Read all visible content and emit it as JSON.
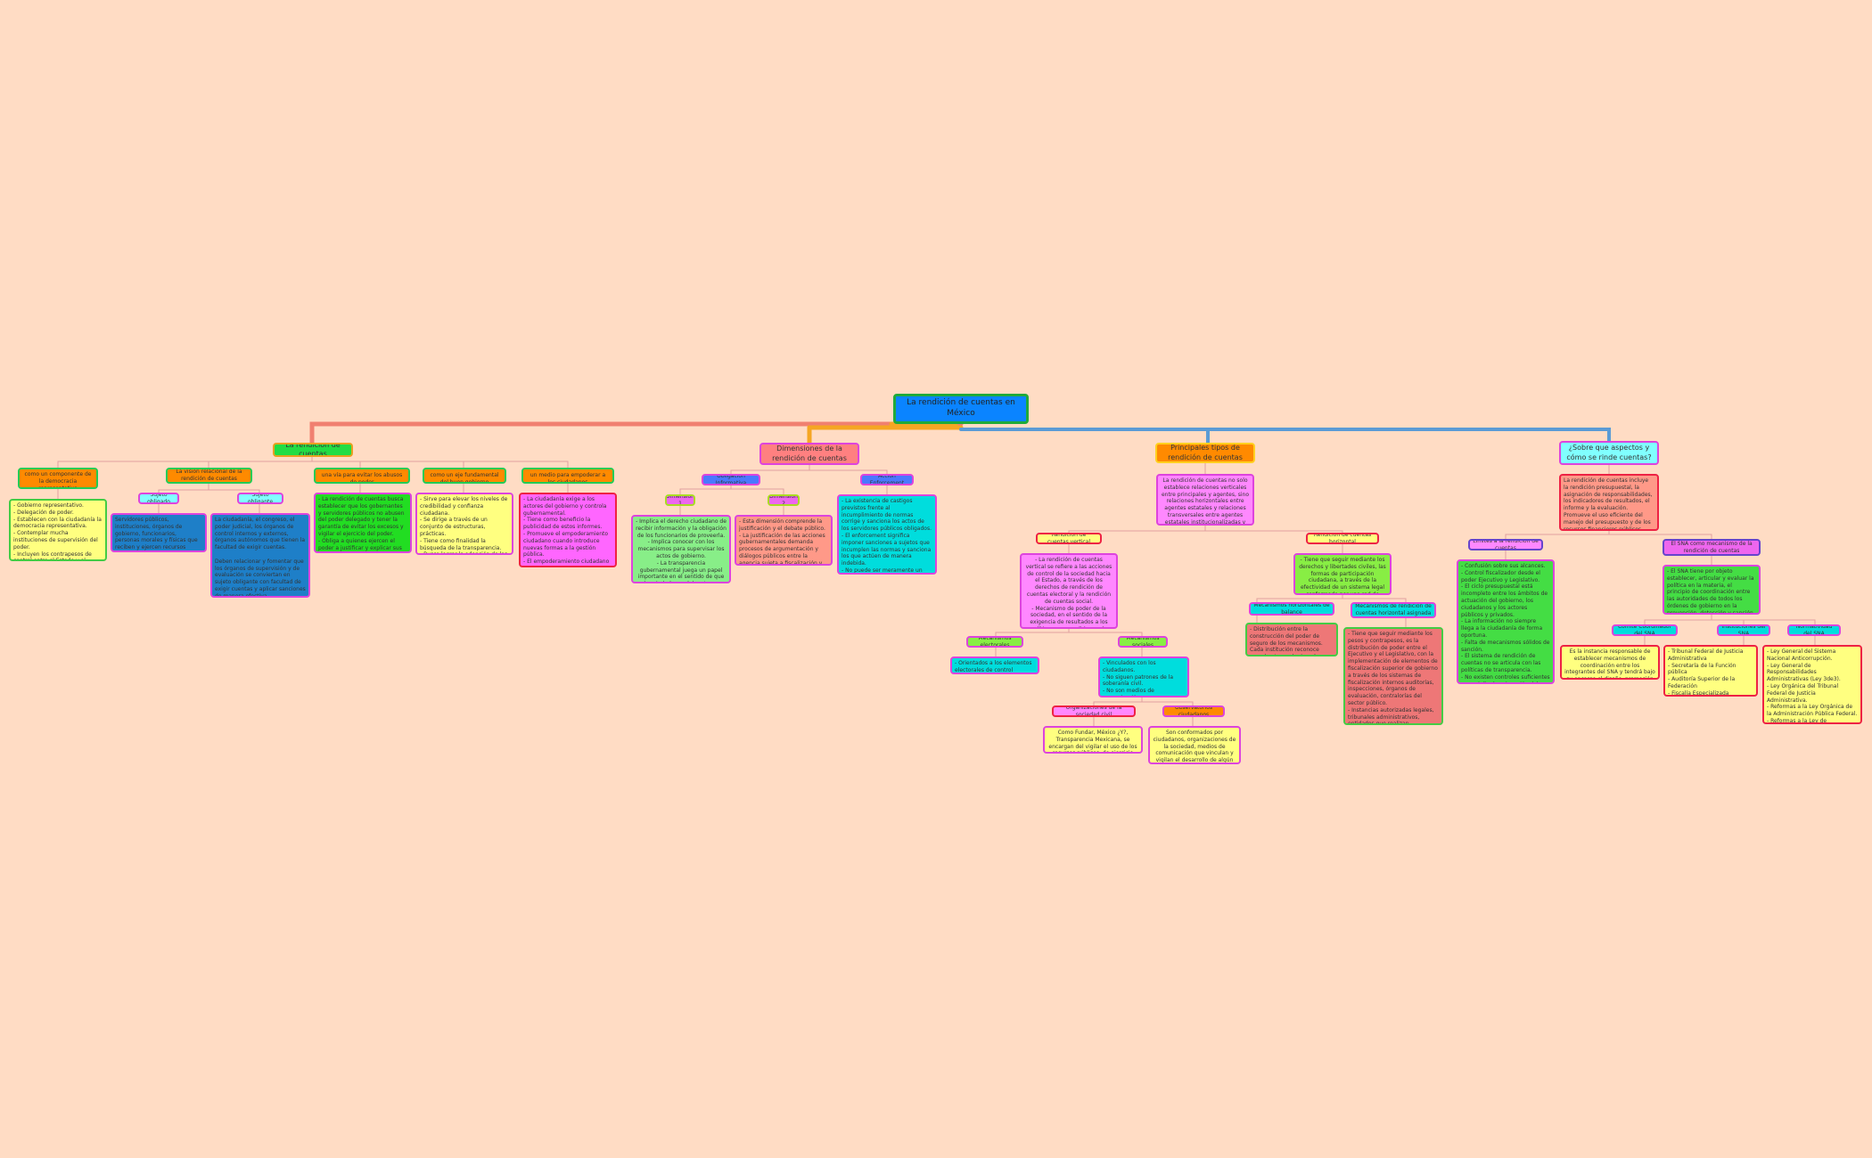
{
  "root": {
    "title": "La rendición de cuentas en México"
  },
  "sec1": {
    "title": "La rendición de cuentas",
    "c1": {
      "title": "La rendición de cuentas como un componente de la democracia representativa",
      "body": "- Gobierno representativo.\n- Delegación de poder.\n- Establecen con la ciudadanía la democracia representativa.\n- Contemplar mucha instituciones de supervisión del poder.\n- Incluyen los contrapesos de control entre el Estado y el gobierno, de responsabilidad pública en el ejercicio público."
    },
    "c2": {
      "title": "La visión relacional de la rendición de cuentas",
      "a": {
        "title": "Sujeto obligado",
        "body": "Servidores públicos, instituciones, órganos de gobierno, funcionarios, personas morales y físicas que reciben y ejercen recursos públicos."
      },
      "b": {
        "title": "Sujeto obligante",
        "body": "La ciudadanía, el congreso, el poder judicial, los órganos de control internos y externos, órganos autónomos que tienen la facultad de exigir cuentas.\n\nDeben relacionar y fomentar que los órganos de supervisión y de evaluación se conviertan en sujeto obligante con facultad de exigir cuentas y aplicar sanciones de manera efectiva."
      }
    },
    "c3": {
      "title": "La rendición de cuentas como una vía para evitar los abusos de poder",
      "body": "- La rendición de cuentas busca establecer que los gobernantes y servidores públicos no abusen del poder delegado y tener la garantía de evitar los excesos y vigilar el ejercicio del poder.\n- Obliga a quienes ejercen el poder a justificar y explicar sus decisiones.\n- Fortalece los mecanismos de control y de vigilancia del ejercicio público."
    },
    "c4": {
      "title": "La rendición de cuentas como un eje fundamental del buen gobierno",
      "body": "- Sirve para elevar los niveles de credibilidad y confianza ciudadana.\n- Se dirige a través de un conjunto de estructuras, prácticas.\n- Tiene como finalidad la búsqueda de la transparencia.\n- Busca lograr la adopción de los principios del buen gobierno, eficiencia, eficacia y transparencia en la implementación de las políticas públicas."
    },
    "c5": {
      "title": "La rendición de cuentas como un medio para empoderar a los ciudadanos",
      "body": "- La ciudadanía exige a los actores del gobierno y controla gubernamental.\n- Tiene como beneficio la publicidad de estos informes.\n- Promueve el empoderamiento ciudadano cuando introduce nuevas formas a la gestión pública.\n- El empoderamiento ciudadano se sustenta en facilitar el acceso a la información, la discusión en las políticas, el control social de la gestión pública y el desarrollo de capacidades propias de la sociedad."
    }
  },
  "sec2": {
    "title": "Dimensiones de la rendición de cuentas",
    "a": {
      "title": "Obligación Informativa",
      "d1": {
        "title": "Dimensión 1",
        "body": "- Implica el derecho ciudadano de recibir información y la obligación de los funcionarios de proveerla.\n- Implica conocer con los mecanismos para supervisar los actos de gobierno.\n- La transparencia gubernamental juega un papel importante en el sentido de que los ciudadanos deben tener acceso a toda información relevante sobre los asuntos públicos y seguir con detalle cada una de las etapas del proceso público."
      },
      "d2": {
        "title": "Dimensión 2",
        "body": "- Esta dimensión comprende la justificación y el debate público.\n- La justificación de las acciones gubernamentales demanda procesos de argumentación y diálogos públicos entre la agencia sujeta a fiscalización y los diversos actores fiscalizadores, con información transparente oportuna y veraz."
      }
    },
    "b": {
      "title": "Acción Enforcement",
      "body": "- La existencia de castigos previstos frente al incumplimiento de normas corrige y sanciona los actos de los servidores públicos obligados.\n- El enforcement significa imponer sanciones a sujetos que incumplen las normas y sanciona los que actúen de manera indebida.\n- No puede ser meramente un discurso que persiga el bien deseado con el propósito de que sean conocidos, que prevenga y sancione las infracciones."
    }
  },
  "sec3": {
    "title": "Principales tipos de rendición de cuentas",
    "intro": "La rendición de cuentas no solo establece relaciones verticales entre principales y agentes, sino relaciones horizontales entre agentes estatales y relaciones transversales entre agentes estatales institucionalizadas y agentes del Estado sujetos a control, relaciones que se configuran como procesos de diálogo y negociación.",
    "v": {
      "title": "Rendición de cuentas vertical",
      "body": "- La rendición de cuentas vertical se refiere a las acciones de control de la sociedad hacia el Estado, a través de los derechos de rendición de cuentas electoral y la rendición de cuentas social.\n- Mecanismo de poder de la sociedad, en el sentido de la exigencia de resultados a los políticos, porque dirigen a la dimensión electoral. La dimensión electoral tiene como componentes principales, el tiempo, cuya fortaleza estriba en las elecciones periódicas y la continuidad de los electores.",
      "e": {
        "title": "Mecanismos electorales",
        "body": "- Orientados a los elementos electorales de control ciudadano."
      },
      "s": {
        "title": "Mecanismos sociales",
        "body": "- Vinculados con los ciudadanos.\n- No siguen patrones de la soberanía civil.\n- No son medios de comunicación.\n- Impulsan debates sociales y generan consensos.\n- Buscan garantizar la accountability."
      },
      "o": {
        "title": "Organizaciones de la sociedad civil",
        "body": "Como Fundar, México ¿Y?, Transparencia Mexicana, se encargan del vigilar el uso de los recursos públicos, de ejercicio público y la generación y construcción de índices."
      },
      "ob": {
        "title": "Observatorios ciudadanos",
        "body": "Son conformados por ciudadanos, organizaciones de la sociedad, medios de comunicación que vinculan y vigilan el desarrollo de algún política pública, buscando incidir en la agenda pública o realizar un escrutinio de interés público."
      }
    },
    "h": {
      "title": "Rendición de cuentas horizontal",
      "body": "- Tiene que seguir mediante los derechos y libertades civiles, las formas de participación ciudadana, a través de la efectividad de un sistema legal conformado por una red de agencias institucionales facultadas para la supervisión de los agentes.",
      "b": {
        "title": "Mecanismos horizontales de balance",
        "body": "- Distribución entre la construcción del poder de seguro de los mecanismos. Cada institución reconoce cuando otro poder invade su autoridad. División institucional: Poder Ejecutivo, Legislativo y Judicial."
      },
      "a": {
        "title": "Mecanismos de rendición de cuentas horizontal asignada",
        "body": "- Tiene que seguir mediante los pesos y contrapesos, es la distribución de poder entre el Ejecutivo y el Legislativo, con la implementación de elementos de fiscalización superior de gobierno a través de los sistemas de fiscalización internos auditorías, inspecciones, órganos de evaluación, contralorías del sector público.\n- Instancias autorizadas legales, tribunales administrativos, entidades que realizan investigación y vigilan las decisiones en el poder público, y órganos que garantizan la transparencia y el acceso a la información."
      }
    }
  },
  "sec4": {
    "title": "¿Sobre que aspectos y cómo se rinde cuentas?",
    "intro": "La rendición de cuentas incluye la rendición presupuestal, la asignación de responsabilidades, los indicadores de resultados, el informe y la evaluación. Promueve el uso eficiente del manejo del presupuesto y de los recursos financieros públicos. Tiene impacto desde la pluralidad que se desarrolla en las instituciones que han conseguido no solo rendir cuentas sino que rinde en un marco de mayor eficacia, eficiencia y transparencia.",
    "lim": {
      "title": "Límites a la rendición de cuentas",
      "body": "- Confusión sobre sus alcances.\n- Control fiscalizador desde el poder Ejecutivo y Legislativo.\n- El ciclo presupuestal está incompleto entre los ámbitos de actuación del gobierno, los ciudadanos y los actores públicos y privados.\n- La información no siempre llega a la ciudadanía de forma oportuna.\n- Falta de mecanismos sólidos de sanción.\n- El sistema de rendición de cuentas no se articula con las políticas de transparencia.\n- No existen controles suficientes para vigilar la asignación del presupuesto a través de los mecanismos de fiscalización."
    },
    "sna": {
      "title": "El SNA como mecanismo de la rendición de cuentas",
      "body": "- El SNA tiene por objeto establecer, articular y evaluar la política en la materia, el principio de coordinación entre las autoridades de todos los órdenes de gobierno en la prevención, detección y sanción de faltas administrativas y hechos de corrupción, así como en la fiscalización y control de recursos públicos.",
      "cc": {
        "title": "Comité Coordinador del SNA",
        "body": "Es la instancia responsable de establecer mecanismos de coordinación entre los integrantes del SNA y tendrá bajo su encargo el diseño, promoción y evaluación de políticas públicas de combate a la corrupción."
      },
      "ins": {
        "title": "Instituciones del SNA",
        "body": "- Tribunal Federal de Justicia Administrativa\n- Secretaría de la Función pública\n- Auditoría Superior de la Federación\n- Fiscalía Especializada Anticorrupción\n- INAI\n- Consejo de la Judicatura\n- Comité Ciudadano"
      },
      "norm": {
        "title": "Normatividad del SNA",
        "body": "- Ley General del Sistema Nacional Anticorrupción.\n- Ley General de Responsabilidades Administrativas (Ley 3de3).\n- Ley Orgánica del Tribunal Federal de Justicia Administrativa.\n- Reformas a la Ley Orgánica de la Administración Pública Federal.\n- Reformas a la Ley de Fiscalización y Rendición de Cuentas de la Federación.\n- Reformas al Código Penal.\n- Ley de Fiscalización General de la República."
      }
    }
  },
  "colors": {
    "background": "#ffdcc4",
    "branch1": "#f08070",
    "branch2": "#f5a623",
    "branch3": "#5b9bd5",
    "connector": "#e0a0a0"
  }
}
